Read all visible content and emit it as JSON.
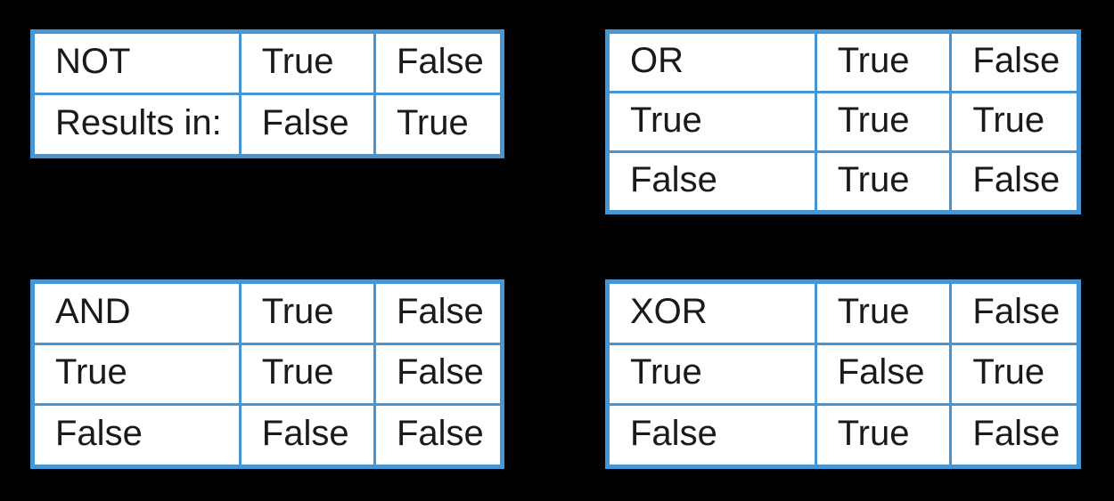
{
  "canvas": {
    "background": "#000000",
    "accent_border_color": "#4497d4",
    "cell_background": "#ffffff",
    "text_color": "#1a1a1a"
  },
  "chart_data": [
    {
      "type": "table",
      "title": "NOT truth table",
      "operator": "NOT",
      "rows": [
        [
          "NOT",
          "True",
          "False"
        ],
        [
          "Results in:",
          "False",
          "True"
        ]
      ]
    },
    {
      "type": "table",
      "title": "OR truth table",
      "operator": "OR",
      "rows": [
        [
          "OR",
          "True",
          "False"
        ],
        [
          "True",
          "True",
          "True"
        ],
        [
          "False",
          "True",
          "False"
        ]
      ]
    },
    {
      "type": "table",
      "title": "AND truth table",
      "operator": "AND",
      "rows": [
        [
          "AND",
          "True",
          "False"
        ],
        [
          "True",
          "True",
          "False"
        ],
        [
          "False",
          "False",
          "False"
        ]
      ]
    },
    {
      "type": "table",
      "title": "XOR truth table",
      "operator": "XOR",
      "rows": [
        [
          "XOR",
          "True",
          "False"
        ],
        [
          "True",
          "False",
          "True"
        ],
        [
          "False",
          "True",
          "False"
        ]
      ]
    }
  ]
}
